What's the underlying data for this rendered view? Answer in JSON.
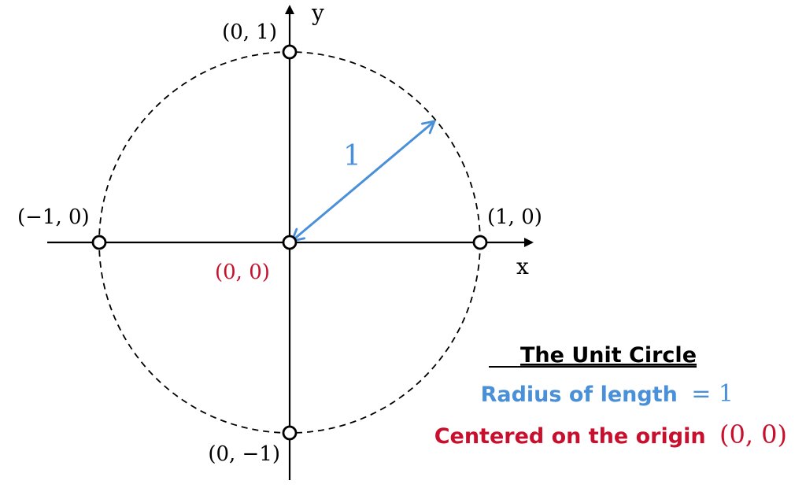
{
  "axes": {
    "x_label": "x",
    "y_label": "y"
  },
  "points": {
    "top": "(0, 1)",
    "bottom": "(0, −1)",
    "left": "(−1, 0)",
    "right": "(1, 0)",
    "origin": "(0, 0)"
  },
  "radius_label": "1",
  "legend": {
    "title": "The Unit Circle",
    "radius_text": "Radius of length",
    "radius_eq": "= 1",
    "centered_text": "Centered on the origin",
    "centered_point": "(0, 0)"
  },
  "colors": {
    "radius": "#4a90d9",
    "origin": "#c8102e",
    "ink": "#000000"
  }
}
